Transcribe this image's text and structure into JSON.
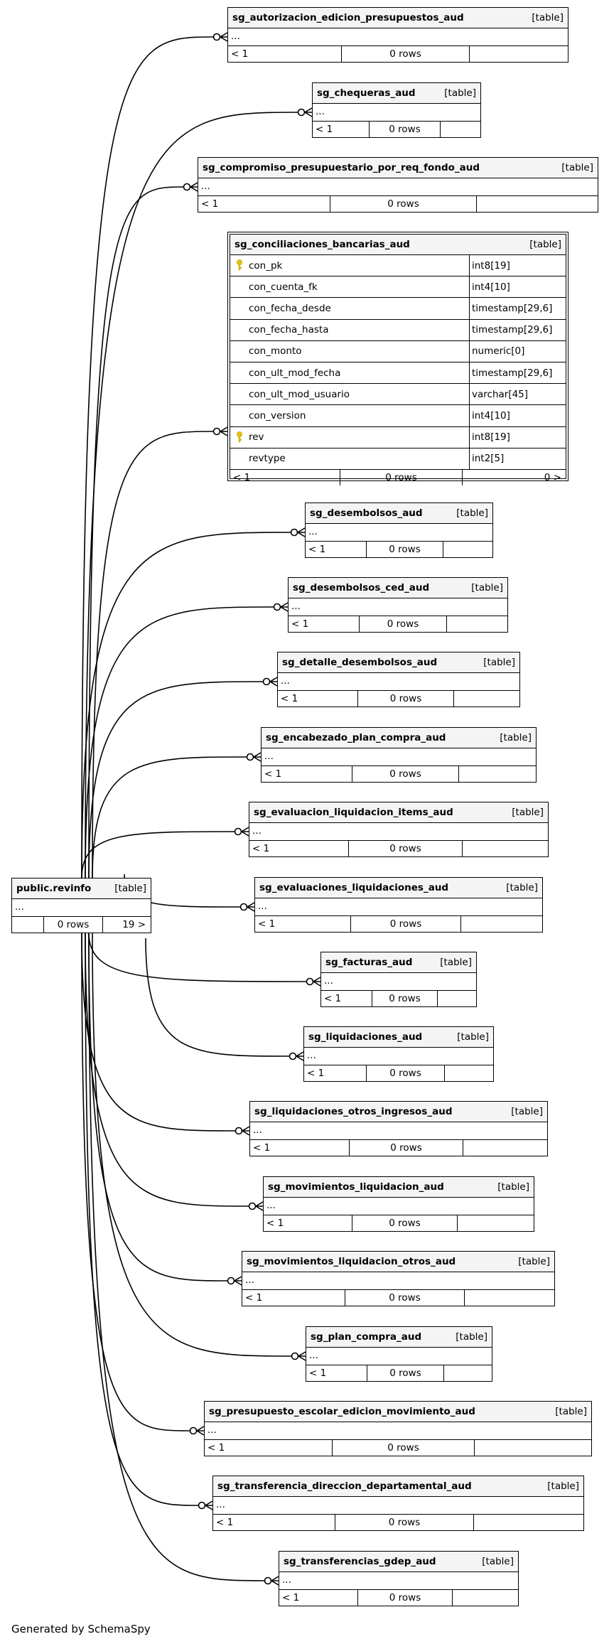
{
  "footer": "Generated by SchemaSpy",
  "source": {
    "name": "public.revinfo",
    "type": "[table]",
    "ellipsis": "...",
    "left": "",
    "rows": "0 rows",
    "right": "19 >"
  },
  "focus": {
    "name": "sg_conciliaciones_bancarias_aud",
    "type": "[table]",
    "columns": [
      {
        "name": "con_pk",
        "type": "int8[19]",
        "key": true
      },
      {
        "name": "con_cuenta_fk",
        "type": "int4[10]",
        "key": false
      },
      {
        "name": "con_fecha_desde",
        "type": "timestamp[29,6]",
        "key": false
      },
      {
        "name": "con_fecha_hasta",
        "type": "timestamp[29,6]",
        "key": false
      },
      {
        "name": "con_monto",
        "type": "numeric[0]",
        "key": false
      },
      {
        "name": "con_ult_mod_fecha",
        "type": "timestamp[29,6]",
        "key": false
      },
      {
        "name": "con_ult_mod_usuario",
        "type": "varchar[45]",
        "key": false
      },
      {
        "name": "con_version",
        "type": "int4[10]",
        "key": false
      },
      {
        "name": "rev",
        "type": "int8[19]",
        "key": true
      },
      {
        "name": "revtype",
        "type": "int2[5]",
        "key": false
      }
    ],
    "left": "< 1",
    "rows": "0 rows",
    "right": "0 >"
  },
  "tables": [
    {
      "name": "sg_autorizacion_edicion_presupuestos_aud",
      "type": "[table]",
      "ellipsis": "...",
      "left": "< 1",
      "rows": "0 rows"
    },
    {
      "name": "sg_chequeras_aud",
      "type": "[table]",
      "ellipsis": "...",
      "left": "< 1",
      "rows": "0 rows"
    },
    {
      "name": "sg_compromiso_presupuestario_por_req_fondo_aud",
      "type": "[table]",
      "ellipsis": "...",
      "left": "< 1",
      "rows": "0 rows"
    },
    {
      "name": "sg_desembolsos_aud",
      "type": "[table]",
      "ellipsis": "...",
      "left": "< 1",
      "rows": "0 rows"
    },
    {
      "name": "sg_desembolsos_ced_aud",
      "type": "[table]",
      "ellipsis": "...",
      "left": "< 1",
      "rows": "0 rows"
    },
    {
      "name": "sg_detalle_desembolsos_aud",
      "type": "[table]",
      "ellipsis": "...",
      "left": "< 1",
      "rows": "0 rows"
    },
    {
      "name": "sg_encabezado_plan_compra_aud",
      "type": "[table]",
      "ellipsis": "...",
      "left": "< 1",
      "rows": "0 rows"
    },
    {
      "name": "sg_evaluacion_liquidacion_items_aud",
      "type": "[table]",
      "ellipsis": "...",
      "left": "< 1",
      "rows": "0 rows"
    },
    {
      "name": "sg_evaluaciones_liquidaciones_aud",
      "type": "[table]",
      "ellipsis": "...",
      "left": "< 1",
      "rows": "0 rows"
    },
    {
      "name": "sg_facturas_aud",
      "type": "[table]",
      "ellipsis": "...",
      "left": "< 1",
      "rows": "0 rows"
    },
    {
      "name": "sg_liquidaciones_aud",
      "type": "[table]",
      "ellipsis": "...",
      "left": "< 1",
      "rows": "0 rows"
    },
    {
      "name": "sg_liquidaciones_otros_ingresos_aud",
      "type": "[table]",
      "ellipsis": "...",
      "left": "< 1",
      "rows": "0 rows"
    },
    {
      "name": "sg_movimientos_liquidacion_aud",
      "type": "[table]",
      "ellipsis": "...",
      "left": "< 1",
      "rows": "0 rows"
    },
    {
      "name": "sg_movimientos_liquidacion_otros_aud",
      "type": "[table]",
      "ellipsis": "...",
      "left": "< 1",
      "rows": "0 rows"
    },
    {
      "name": "sg_plan_compra_aud",
      "type": "[table]",
      "ellipsis": "...",
      "left": "< 1",
      "rows": "0 rows"
    },
    {
      "name": "sg_presupuesto_escolar_edicion_movimiento_aud",
      "type": "[table]",
      "ellipsis": "...",
      "left": "< 1",
      "rows": "0 rows"
    },
    {
      "name": "sg_transferencia_direccion_departamental_aud",
      "type": "[table]",
      "ellipsis": "...",
      "left": "< 1",
      "rows": "0 rows"
    },
    {
      "name": "sg_transferencias_gdep_aud",
      "type": "[table]",
      "ellipsis": "...",
      "left": "< 1",
      "rows": "0 rows"
    }
  ]
}
